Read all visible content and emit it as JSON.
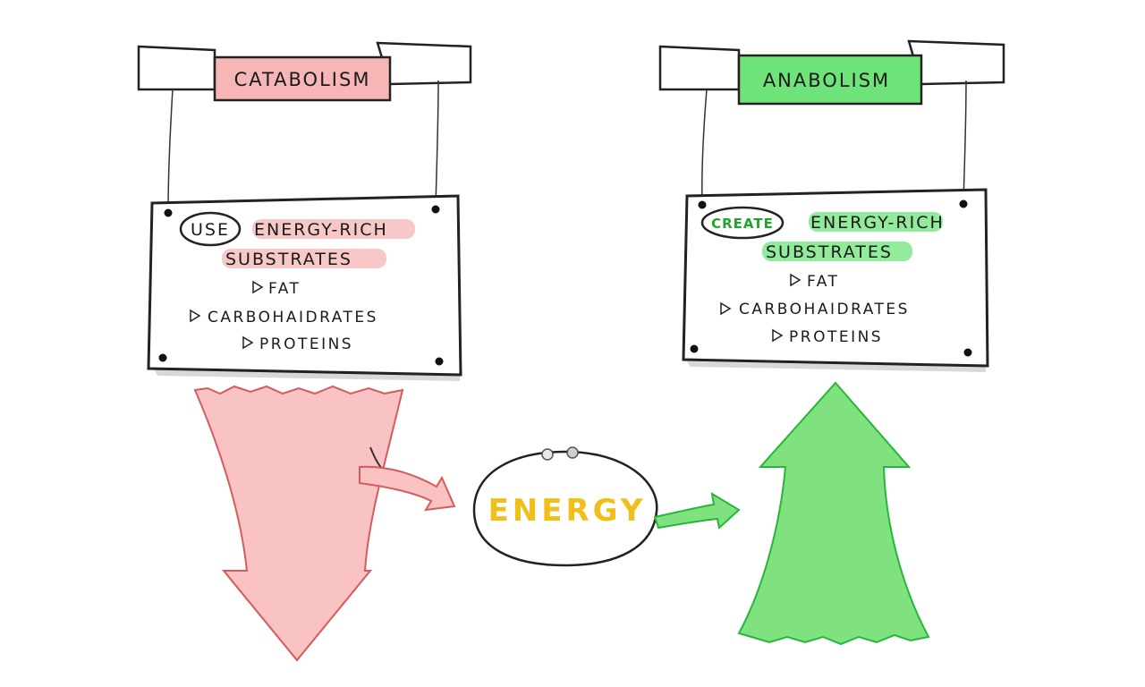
{
  "catabolism": {
    "title": "CATABOLISM",
    "verb": "USE",
    "line1": "ENERGY-RICH",
    "line2": "SUBSTRATES",
    "items": [
      "FAT",
      "CARBOHAIDRATES",
      "PROTEINS"
    ]
  },
  "anabolism": {
    "title": "ANABOLISM",
    "verb": "CREATE",
    "line1": "ENERGY-RICH",
    "line2": "SUBSTRATES",
    "items": [
      "FAT",
      "CARBOHAIDRATES",
      "PROTEINS"
    ]
  },
  "center": {
    "label": "ENERGY"
  },
  "colors": {
    "catabolism_accent": "#f6b6b6",
    "catabolism_arrow": "#f9c3c3",
    "catabolism_stroke": "#d85a5a",
    "anabolism_accent": "#6ee37a",
    "anabolism_arrow": "#7fe27f",
    "anabolism_stroke": "#27b53a",
    "energy_text": "#f2be1a"
  }
}
